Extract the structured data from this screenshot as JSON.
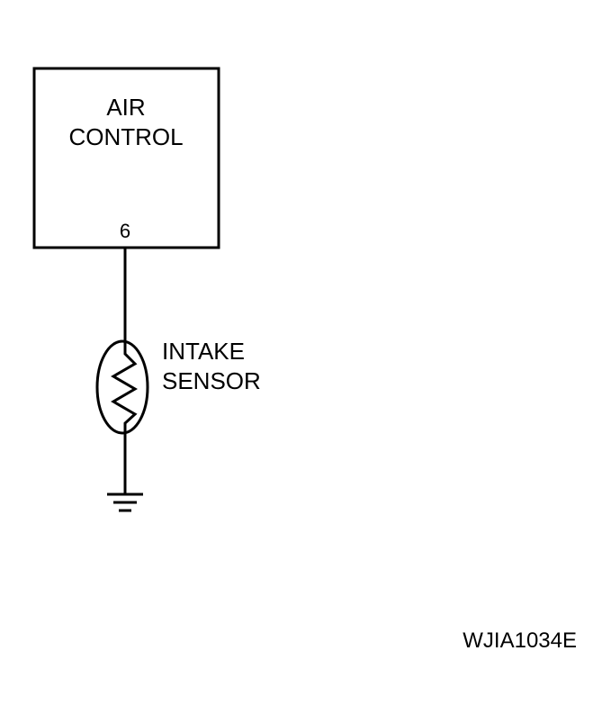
{
  "module": {
    "line1": "AIR",
    "line2": "CONTROL",
    "pin": "6"
  },
  "sensor": {
    "line1": "INTAKE",
    "line2": "SENSOR",
    "symbol": "thermistor-icon"
  },
  "ground": {
    "symbol": "ground-icon"
  },
  "figure_id": "WJIA1034E",
  "colors": {
    "line": "#000000",
    "background": "#ffffff"
  }
}
